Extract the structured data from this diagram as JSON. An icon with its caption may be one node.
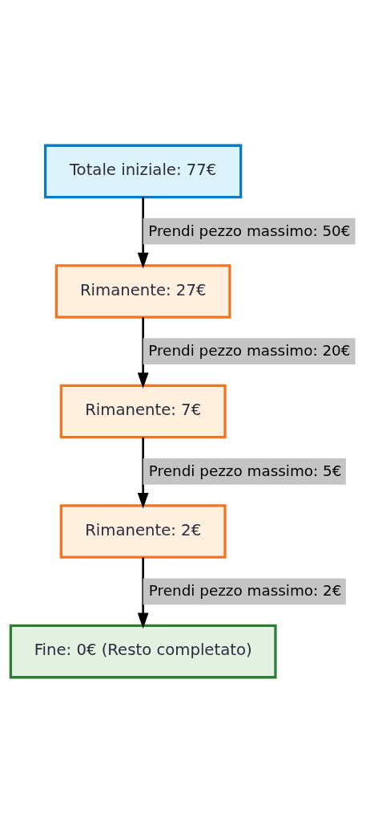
{
  "diagram": {
    "nodes": [
      {
        "text": [
          "Totale iniziale: 77€"
        ]
      },
      {
        "text": [
          "Rimanente: 27€"
        ]
      },
      {
        "text": [
          "Rimanente: 7€"
        ]
      },
      {
        "text": [
          "Rimanente: 2€"
        ]
      },
      {
        "text": [
          "Fine: 0€ (Resto completato)"
        ]
      }
    ],
    "edges": [
      {
        "from": 0,
        "to": 1,
        "arrow": "to",
        "label": "Prendi pezzo massimo: 50€"
      },
      {
        "from": 1,
        "to": 2,
        "arrow": "to",
        "label": "Prendi pezzo massimo: 20€"
      },
      {
        "from": 2,
        "to": 3,
        "arrow": "to",
        "label": "Prendi pezzo massimo: 5€"
      },
      {
        "from": 3,
        "to": 4,
        "arrow": "to",
        "label": "Prendi pezzo massimo: 2€"
      }
    ]
  }
}
